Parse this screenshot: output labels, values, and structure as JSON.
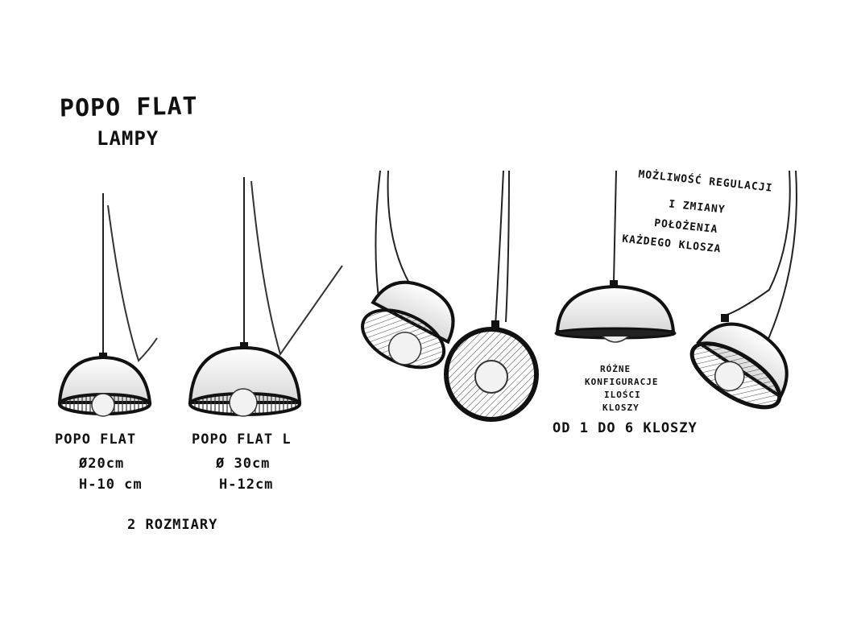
{
  "title": {
    "line1": "POPO FLAT",
    "line2": "LAMPY"
  },
  "lamps": [
    {
      "name": "POPO FLAT",
      "diameter": "Ø20cm",
      "height": "H-10 cm"
    },
    {
      "name": "POPO FLAT L",
      "diameter": "Ø 30cm",
      "height": "H-12cm"
    }
  ],
  "sizes_note": "2 ROZMIARY",
  "adjust_note": [
    "MOŻLIWOŚĆ REGULACJI",
    "I ZMIANY",
    "POŁOŻENIA",
    "KAŻDEGO KLOSZA"
  ],
  "config_note": [
    "RÓŻNE",
    "KONFIGURACJE",
    "ILOŚCI",
    "KLOSZY"
  ],
  "count_note": "OD 1 DO 6 KLOSZY"
}
